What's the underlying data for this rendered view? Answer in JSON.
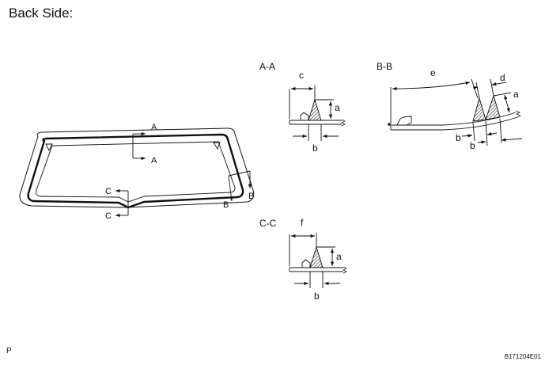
{
  "heading": "Back Side:",
  "corner_mark": "P",
  "figure_code": "B171204E01",
  "window": {
    "cut_labels": [
      "A",
      "A",
      "B",
      "B",
      "C",
      "C"
    ]
  },
  "sections": {
    "aa": {
      "title": "A-A",
      "labels": {
        "width": "c",
        "height": "a",
        "base": "b"
      }
    },
    "bb": {
      "title": "B-B",
      "labels": {
        "width": "e",
        "gap": "d",
        "height": "a",
        "base1": "b",
        "base2": "b"
      }
    },
    "cc": {
      "title": "C-C",
      "labels": {
        "width": "f",
        "height": "a",
        "base": "b"
      }
    }
  }
}
